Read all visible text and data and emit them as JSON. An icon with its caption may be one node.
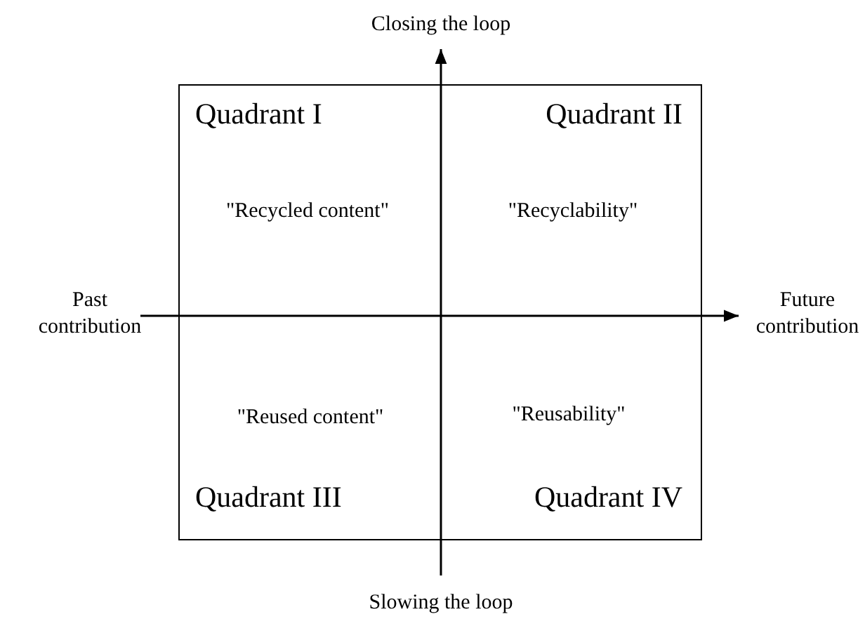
{
  "diagram": {
    "nodes": [
      {
        "text": [
          "Quadrant I",
          "\"Recycled content\""
        ]
      },
      {
        "text": [
          "Quadrant II",
          "\"Recyclability\""
        ]
      },
      {
        "text": [
          "\"Reused content\"",
          "Quadrant III"
        ]
      },
      {
        "text": [
          "\"Reusability\"",
          "Quadrant IV"
        ]
      }
    ],
    "labels": [
      "Closing the loop",
      "Past contribution",
      "Future contribution",
      "Slowing the loop"
    ]
  }
}
